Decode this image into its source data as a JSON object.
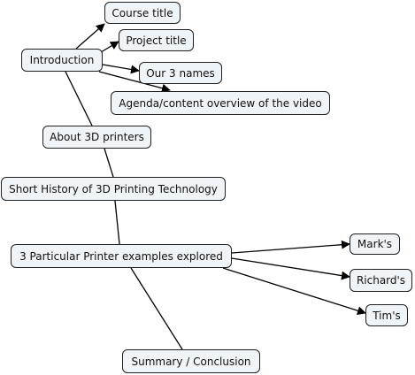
{
  "nodes": {
    "course_title": "Course title",
    "project_title": "Project title",
    "introduction": "Introduction",
    "our_names": "Our 3 names",
    "agenda": "Agenda/content overview of the video",
    "about_printers": "About 3D printers",
    "history": "Short History of 3D Printing Technology",
    "printer_examples": "3 Particular Printer examples explored",
    "mark": "Mark's",
    "richard": "Richard's",
    "tim": "Tim's",
    "summary": "Summary / Conclusion"
  },
  "colors": {
    "node_fill": "#eef4f7",
    "node_border": "#1f1f1f",
    "connector": "#000000"
  }
}
